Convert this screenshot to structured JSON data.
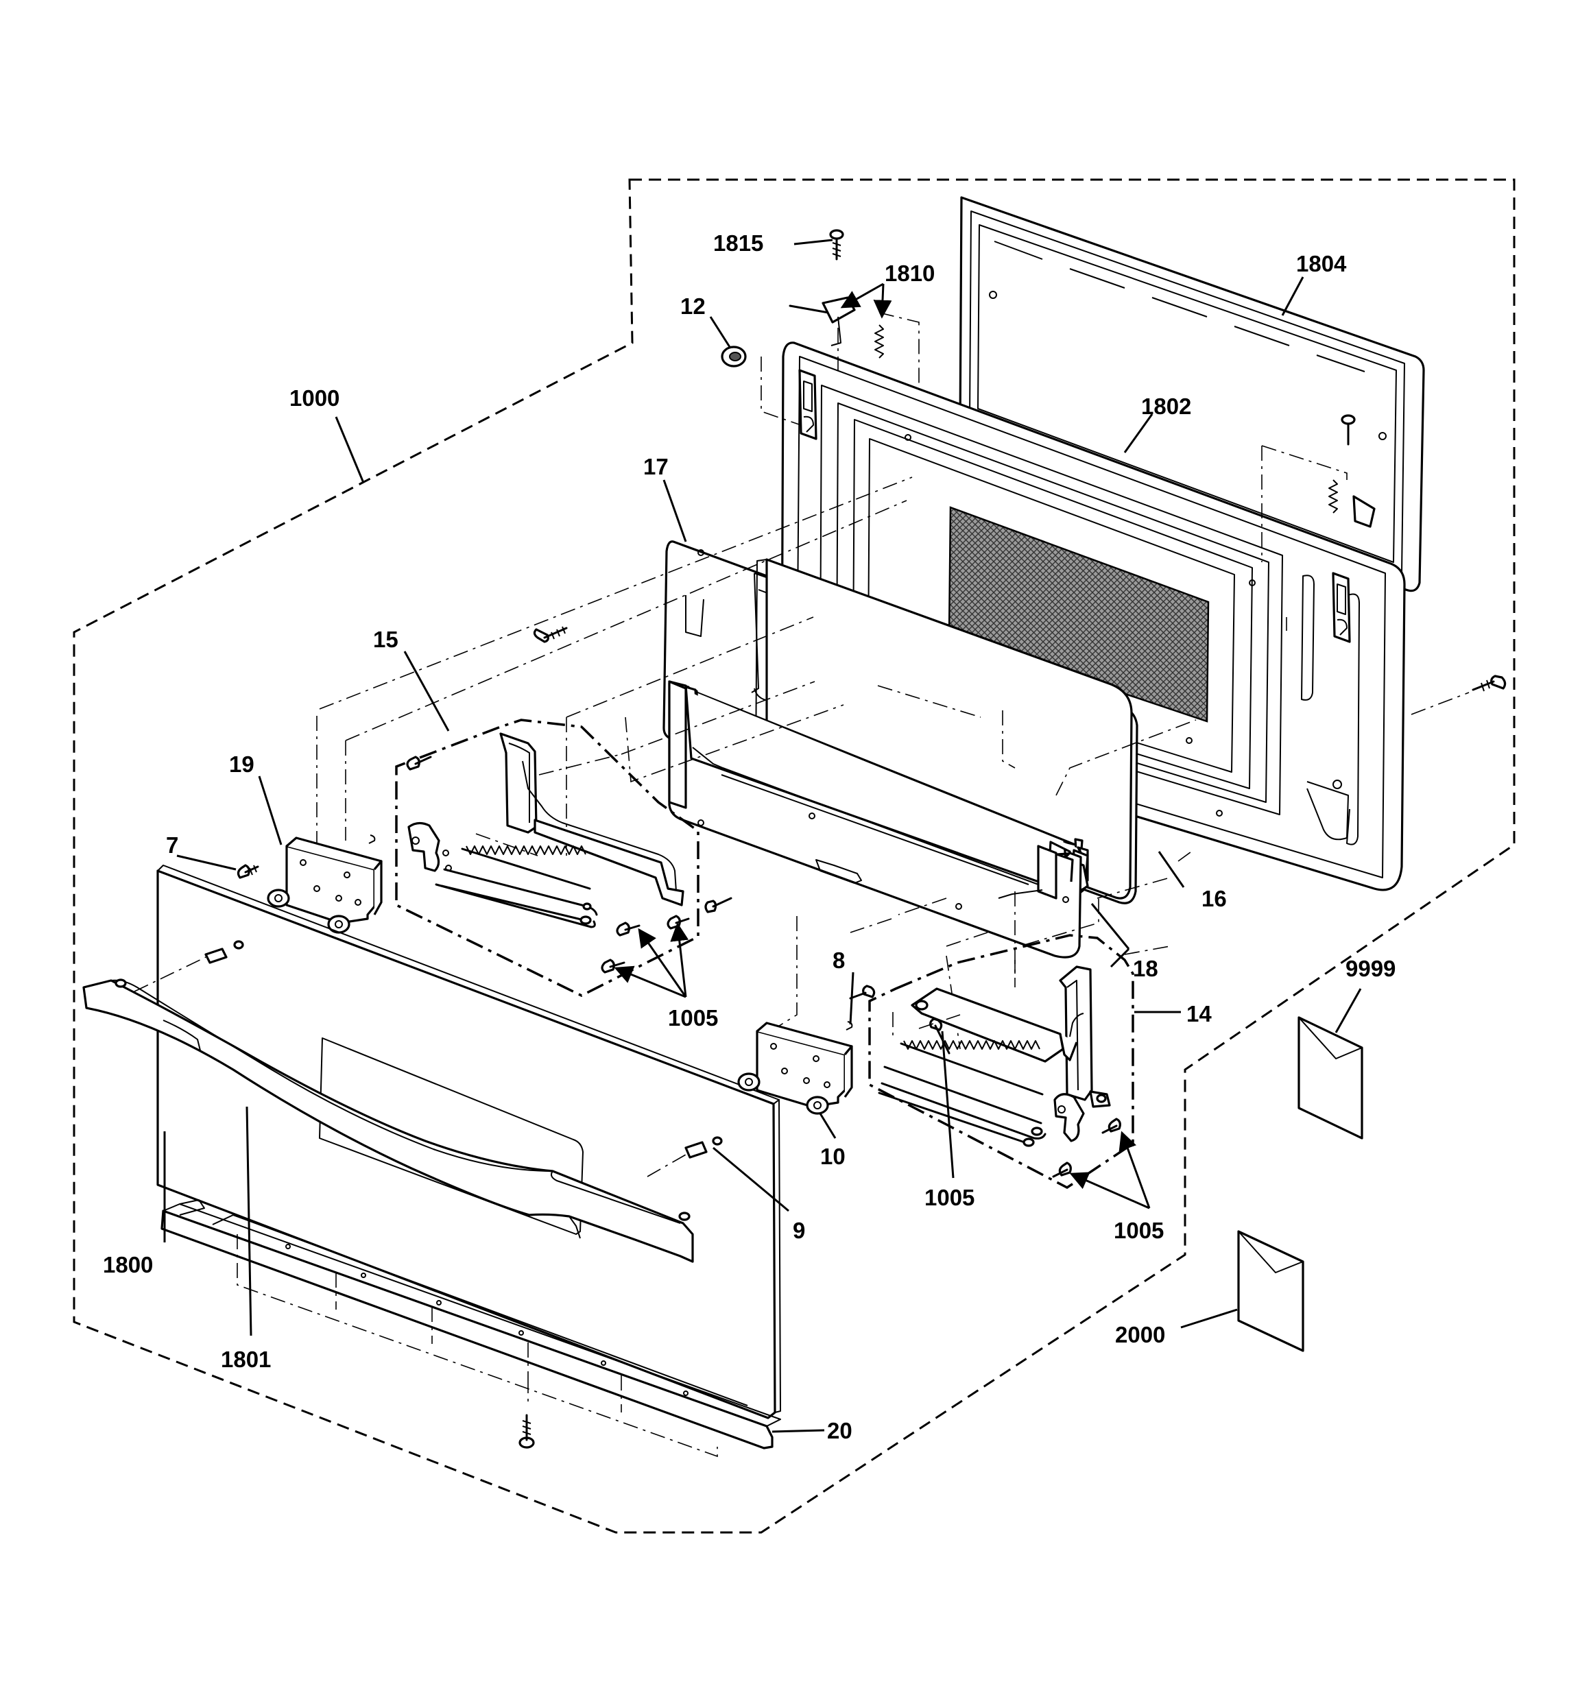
{
  "diagram": {
    "labels": {
      "p1815": "1815",
      "p1810": "1810",
      "p1804": "1804",
      "p12": "12",
      "p1000": "1000",
      "p1802": "1802",
      "p17": "17",
      "p15": "15",
      "p19": "19",
      "p7": "7",
      "p16": "16",
      "p18": "18",
      "p8": "8",
      "p14": "14",
      "p9999": "9999",
      "p1005a": "1005",
      "p1005b": "1005",
      "p1005c": "1005",
      "p10": "10",
      "p9": "9",
      "p1800": "1800",
      "p1801": "1801",
      "p2000": "2000",
      "p20": "20"
    }
  }
}
